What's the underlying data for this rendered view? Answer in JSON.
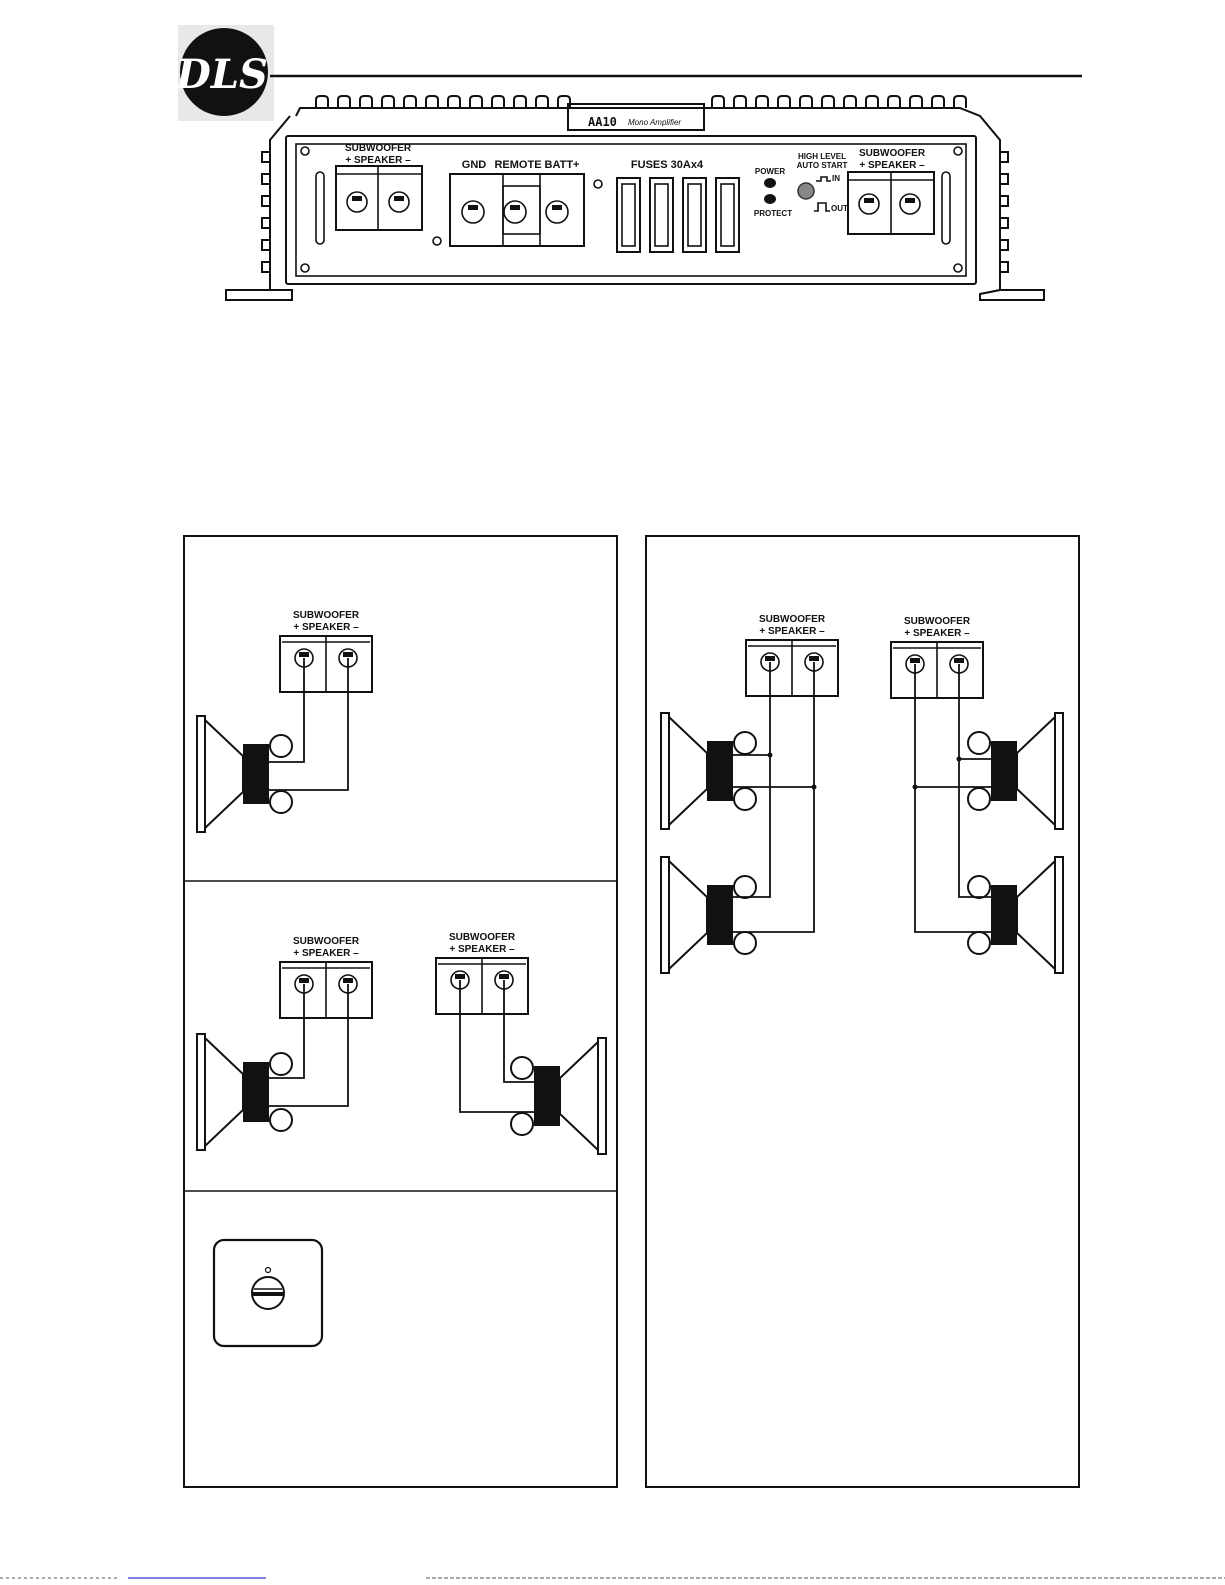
{
  "logo": {
    "text": "DLS"
  },
  "amp": {
    "model": "AA10",
    "model_sub": "Mono Amplifier",
    "left_terminal_title": "SUBWOOFER",
    "left_terminal_sub": "+ SPEAKER –",
    "gnd": "GND",
    "remote": "REMOTE",
    "batt": "BATT+",
    "fuses": "FUSES 30Ax4",
    "power": "POWER",
    "protect": "PROTECT",
    "high_level_1": "HIGH LEVEL",
    "high_level_2": "AUTO START",
    "in_label": "IN",
    "out_label": "OUT",
    "right_terminal_title": "SUBWOOFER",
    "right_terminal_sub": "+ SPEAKER –"
  },
  "terminal": {
    "title": "SUBWOOFER",
    "sub": "+ SPEAKER –"
  }
}
